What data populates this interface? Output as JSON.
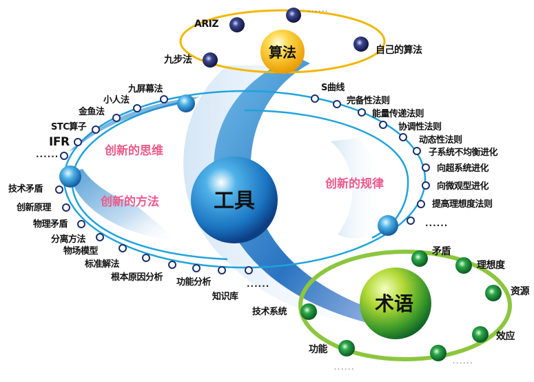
{
  "hubs": {
    "tools": {
      "label": "工具",
      "color": "#1a7bc4"
    },
    "algorithm": {
      "label": "算法",
      "color": "#f5b800"
    },
    "terms": {
      "label": "术语",
      "color": "#7cc22a"
    }
  },
  "categories": {
    "thinking": "创新的思维",
    "method": "创新的方法",
    "law": "创新的规律"
  },
  "algorithm_ring": {
    "items": [
      "ARIZ",
      "九步法",
      "自己的算法",
      "......"
    ]
  },
  "thinking_items": [
    "九屏幕法",
    "小人法",
    "金鱼法",
    "STC算子",
    "IFR",
    "......"
  ],
  "method_items": [
    "技术矛盾",
    "创新原理",
    "物理矛盾",
    "分离方法",
    "物场模型",
    "标准解法",
    "根本原因分析",
    "功能分析",
    "知识库",
    "......"
  ],
  "law_items": [
    "S曲线",
    "完备性法则",
    "能量传递法则",
    "协调性法则",
    "动态性法则",
    "子系统不均衡进化",
    "向超系统进化",
    "向微观型进化",
    "提高理想度法则",
    "......"
  ],
  "terms_ring": {
    "items": [
      "矛盾",
      "理想度",
      "资源",
      "效应",
      "技术系统",
      "功能",
      "......",
      "......"
    ]
  },
  "colors": {
    "blue_ring": "#1fa3dc",
    "node_stroke": "#1a2e6b",
    "yellow_ring": "#f2b705",
    "green_ring": "#8cc63f",
    "category_pink": "#ee5a8a"
  }
}
